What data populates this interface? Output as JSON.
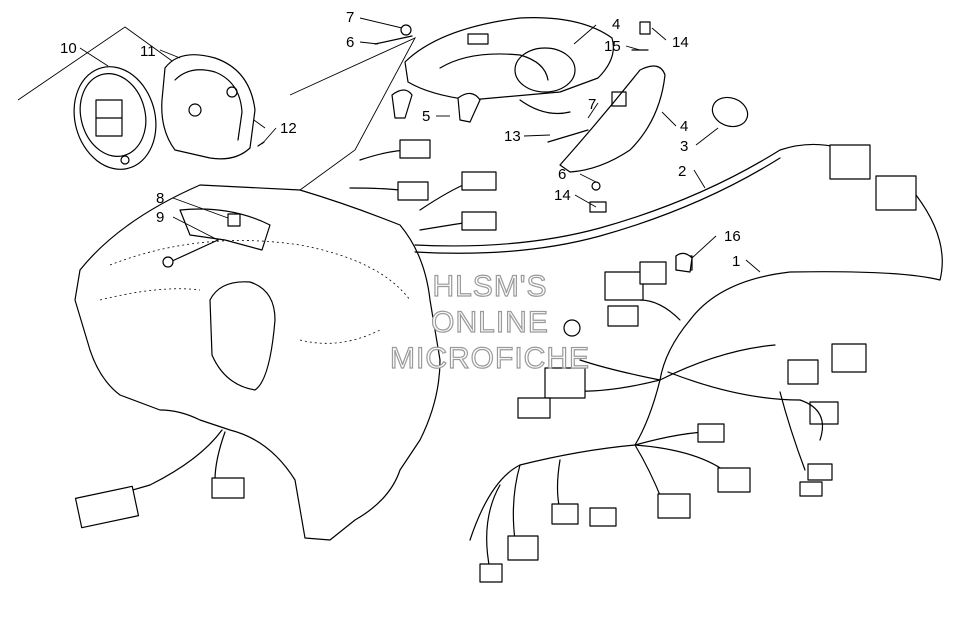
{
  "callouts": {
    "c1": "1",
    "c2": "2",
    "c3": "3",
    "c4a": "4",
    "c4b": "4",
    "c5": "5",
    "c6a": "6",
    "c6b": "6",
    "c7a": "7",
    "c7b": "7",
    "c8": "8",
    "c9": "9",
    "c10": "10",
    "c11": "11",
    "c12": "12",
    "c13": "13",
    "c14a": "14",
    "c14b": "14",
    "c15": "15",
    "c16": "16"
  },
  "watermark": {
    "line1": "HLSM'S",
    "line2": "ONLINE",
    "line3": "MICROFICHE"
  }
}
